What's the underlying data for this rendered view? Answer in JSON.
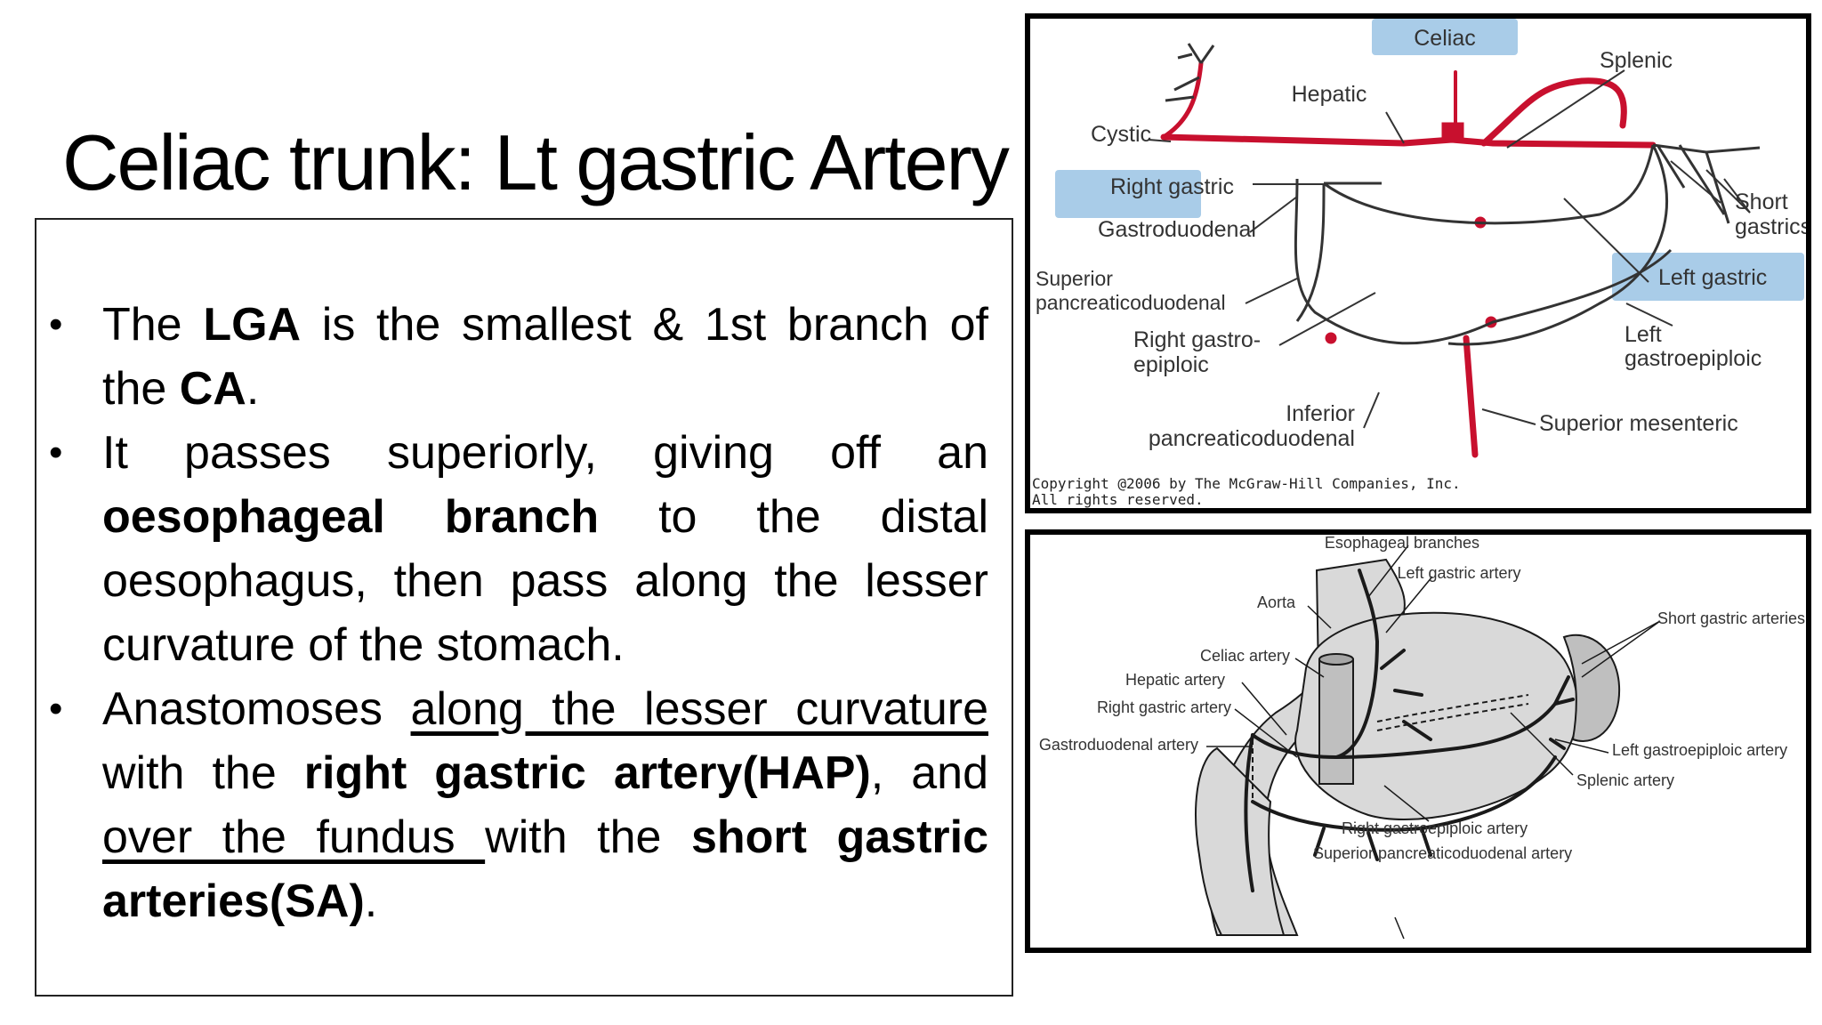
{
  "slide": {
    "title": "Celiac trunk: Lt gastric Artery",
    "bullets": [
      [
        {
          "t": "The "
        },
        {
          "t": "LGA",
          "b": true
        },
        {
          "t": " is the smallest & 1st branch of the "
        },
        {
          "t": "CA",
          "b": true
        },
        {
          "t": "."
        }
      ],
      [
        {
          "t": "It passes superiorly, giving off an "
        },
        {
          "t": "oesophageal branch",
          "b": true
        },
        {
          "t": " to the distal oesophagus, then pass along the lesser curvature of the stomach."
        }
      ],
      [
        {
          "t": "Anastomoses "
        },
        {
          "t": "along the lesser curvature",
          "u": true
        },
        {
          "t": " with the "
        },
        {
          "t": "right gastric artery(HAP)",
          "b": true
        },
        {
          "t": ", and "
        },
        {
          "t": "over the fundus ",
          "u": true
        },
        {
          "t": "with the "
        },
        {
          "t": "short gastric arteries(SA)",
          "b": true
        },
        {
          "t": "."
        }
      ]
    ]
  },
  "figure1": {
    "labels": {
      "celiac": "Celiac",
      "hepatic": "Hepatic",
      "splenic": "Splenic",
      "cystic": "Cystic",
      "right_gastric": "Right gastric",
      "gastroduodenal": "Gastroduodenal",
      "short_gastrics_1": "Short",
      "short_gastrics_2": "gastrics",
      "sup_pd_1": "Superior",
      "sup_pd_2": "pancreaticoduodenal",
      "left_gastric": "Left gastric",
      "right_ge_1": "Right gastro-",
      "right_ge_2": "epiploic",
      "left_ge_1": "Left",
      "left_ge_2": "gastroepiploic",
      "inf_pd_1": "Inferior",
      "inf_pd_2": "pancreaticoduodenal",
      "sup_mesenteric": "Superior mesenteric",
      "copyright_1": "Copyright @2006 by The McGraw-Hill Companies, Inc.",
      "copyright_2": "All rights reserved."
    },
    "colors": {
      "artery": "#c8102e",
      "highlight": "#a9cce8",
      "line": "#333333"
    }
  },
  "figure2": {
    "labels": {
      "esophageal": "Esophageal branches",
      "left_gastric": "Left gastric artery",
      "aorta": "Aorta",
      "short_gastric": "Short gastric arteries",
      "celiac": "Celiac artery",
      "hepatic": "Hepatic artery",
      "right_gastric": "Right gastric artery",
      "gastroduodenal": "Gastroduodenal artery",
      "left_ge": "Left gastroepiploic artery",
      "splenic": "Splenic artery",
      "right_ge": "Right gastroepiploic artery",
      "sup_pd": "Superior pancreaticoduodenal artery"
    },
    "colors": {
      "stomach": "#d9d9d9",
      "spleen": "#bfbfbf",
      "line": "#1a1a1a"
    }
  }
}
